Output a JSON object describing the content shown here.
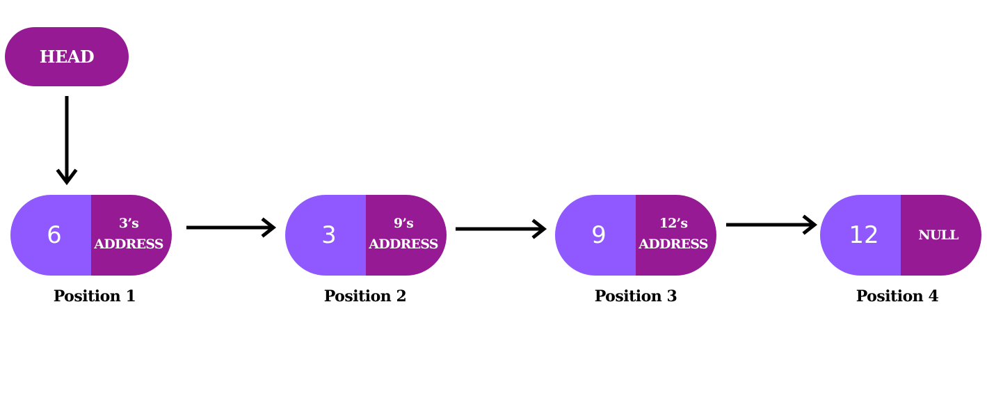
{
  "head": {
    "label": "HEAD"
  },
  "nodes": [
    {
      "value": "6",
      "next_line1": "3’s",
      "next_line2": "ADDRESS",
      "position": "Position 1"
    },
    {
      "value": "3",
      "next_line1": "9’s",
      "next_line2": "ADDRESS",
      "position": "Position 2"
    },
    {
      "value": "9",
      "next_line1": "12’s",
      "next_line2": "ADDRESS",
      "position": "Position 3"
    },
    {
      "value": "12",
      "next_line1": "NULL",
      "next_line2": "",
      "position": "Position 4"
    }
  ],
  "colors": {
    "data_cell": "#8f59ff",
    "pointer_cell": "#951a94",
    "head": "#951a94",
    "arrow": "#000000"
  }
}
